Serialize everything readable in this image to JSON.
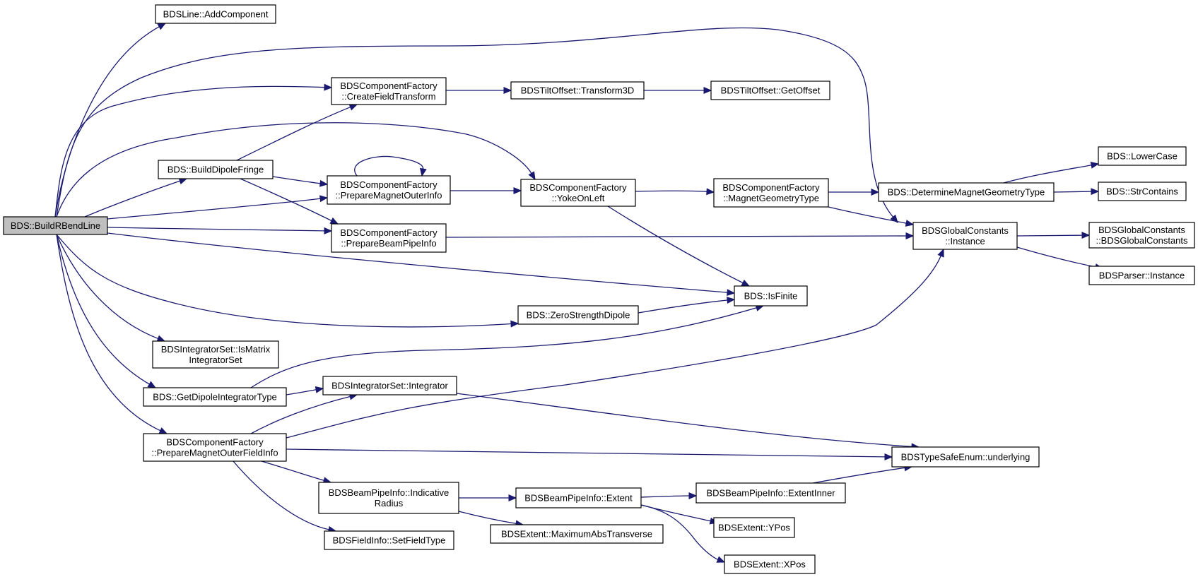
{
  "diagram": {
    "type": "call-graph",
    "colors": {
      "edge": "#191970",
      "node_border": "#000000",
      "root_fill": "#bfbfbf",
      "node_fill": "#ffffff"
    },
    "nodes": [
      {
        "id": "root",
        "lines": [
          "BDS::BuildRBendLine"
        ],
        "root": true
      },
      {
        "id": "addcomponent",
        "lines": [
          "BDSLine::AddComponent"
        ]
      },
      {
        "id": "createfieldtransform",
        "lines": [
          "BDSComponentFactory",
          "::CreateFieldTransform"
        ]
      },
      {
        "id": "transform3d",
        "lines": [
          "BDSTiltOffset::Transform3D"
        ]
      },
      {
        "id": "getoffset",
        "lines": [
          "BDSTiltOffset::GetOffset"
        ]
      },
      {
        "id": "builddipolefringe",
        "lines": [
          "BDS::BuildDipoleFringe"
        ]
      },
      {
        "id": "preparemagnetouterinfo",
        "lines": [
          "BDSComponentFactory",
          "::PrepareMagnetOuterInfo"
        ]
      },
      {
        "id": "yokeonleft",
        "lines": [
          "BDSComponentFactory",
          "::YokeOnLeft"
        ]
      },
      {
        "id": "magnetgeometrytype",
        "lines": [
          "BDSComponentFactory",
          "::MagnetGeometryType"
        ]
      },
      {
        "id": "determinemagnetgeometrytype",
        "lines": [
          "BDS::DetermineMagnetGeometryType"
        ]
      },
      {
        "id": "lowercase",
        "lines": [
          "BDS::LowerCase"
        ]
      },
      {
        "id": "strcontains",
        "lines": [
          "BDS::StrContains"
        ]
      },
      {
        "id": "preparebeampipeinfo",
        "lines": [
          "BDSComponentFactory",
          "::PrepareBeamPipeInfo"
        ]
      },
      {
        "id": "globalinstance",
        "lines": [
          "BDSGlobalConstants",
          "::Instance"
        ]
      },
      {
        "id": "globalctor",
        "lines": [
          "BDSGlobalConstants",
          "::BDSGlobalConstants"
        ]
      },
      {
        "id": "parserinstance",
        "lines": [
          "BDSParser::Instance"
        ]
      },
      {
        "id": "isfinite",
        "lines": [
          "BDS::IsFinite"
        ]
      },
      {
        "id": "zerostrengthdipole",
        "lines": [
          "BDS::ZeroStrengthDipole"
        ]
      },
      {
        "id": "ismatrixintegratorset",
        "lines": [
          "BDSIntegratorSet::IsMatrix",
          "IntegratorSet"
        ]
      },
      {
        "id": "getdipoleintegratortype",
        "lines": [
          "BDS::GetDipoleIntegratorType"
        ]
      },
      {
        "id": "integrator",
        "lines": [
          "BDSIntegratorSet::Integrator"
        ]
      },
      {
        "id": "preparemagnetouterfieldinfo",
        "lines": [
          "BDSComponentFactory",
          "::PrepareMagnetOuterFieldInfo"
        ]
      },
      {
        "id": "underlying",
        "lines": [
          "BDSTypeSafeEnum::underlying"
        ]
      },
      {
        "id": "indicativeradius",
        "lines": [
          "BDSBeamPipeInfo::Indicative",
          "Radius"
        ]
      },
      {
        "id": "extent",
        "lines": [
          "BDSBeamPipeInfo::Extent"
        ]
      },
      {
        "id": "extentinner",
        "lines": [
          "BDSBeamPipeInfo::ExtentInner"
        ]
      },
      {
        "id": "ypos",
        "lines": [
          "BDSExtent::YPos"
        ]
      },
      {
        "id": "xpos",
        "lines": [
          "BDSExtent::XPos"
        ]
      },
      {
        "id": "maxabstransverse",
        "lines": [
          "BDSExtent::MaximumAbsTransverse"
        ]
      },
      {
        "id": "setfieldtype",
        "lines": [
          "BDSFieldInfo::SetFieldType"
        ]
      }
    ],
    "edges": [
      {
        "from": "root",
        "to": "addcomponent"
      },
      {
        "from": "root",
        "to": "createfieldtransform"
      },
      {
        "from": "root",
        "to": "globalinstance"
      },
      {
        "from": "root",
        "to": "yokeonleft"
      },
      {
        "from": "root",
        "to": "builddipolefringe"
      },
      {
        "from": "root",
        "to": "preparemagnetouterinfo"
      },
      {
        "from": "root",
        "to": "preparebeampipeinfo"
      },
      {
        "from": "root",
        "to": "isfinite"
      },
      {
        "from": "root",
        "to": "zerostrengthdipole"
      },
      {
        "from": "root",
        "to": "ismatrixintegratorset"
      },
      {
        "from": "root",
        "to": "getdipoleintegratortype"
      },
      {
        "from": "root",
        "to": "preparemagnetouterfieldinfo"
      },
      {
        "from": "createfieldtransform",
        "to": "transform3d"
      },
      {
        "from": "transform3d",
        "to": "getoffset"
      },
      {
        "from": "builddipolefringe",
        "to": "createfieldtransform"
      },
      {
        "from": "builddipolefringe",
        "to": "preparemagnetouterinfo"
      },
      {
        "from": "builddipolefringe",
        "to": "preparebeampipeinfo"
      },
      {
        "from": "preparemagnetouterinfo",
        "to": "preparemagnetouterinfo"
      },
      {
        "from": "preparemagnetouterinfo",
        "to": "yokeonleft"
      },
      {
        "from": "yokeonleft",
        "to": "magnetgeometrytype"
      },
      {
        "from": "yokeonleft",
        "to": "isfinite"
      },
      {
        "from": "magnetgeometrytype",
        "to": "determinemagnetgeometrytype"
      },
      {
        "from": "magnetgeometrytype",
        "to": "globalinstance"
      },
      {
        "from": "determinemagnetgeometrytype",
        "to": "lowercase"
      },
      {
        "from": "determinemagnetgeometrytype",
        "to": "strcontains"
      },
      {
        "from": "preparebeampipeinfo",
        "to": "globalinstance"
      },
      {
        "from": "globalinstance",
        "to": "globalctor"
      },
      {
        "from": "globalinstance",
        "to": "parserinstance"
      },
      {
        "from": "zerostrengthdipole",
        "to": "isfinite"
      },
      {
        "from": "getdipoleintegratortype",
        "to": "isfinite"
      },
      {
        "from": "getdipoleintegratortype",
        "to": "integrator"
      },
      {
        "from": "integrator",
        "to": "underlying"
      },
      {
        "from": "preparemagnetouterfieldinfo",
        "to": "integrator"
      },
      {
        "from": "preparemagnetouterfieldinfo",
        "to": "globalinstance"
      },
      {
        "from": "preparemagnetouterfieldinfo",
        "to": "underlying"
      },
      {
        "from": "preparemagnetouterfieldinfo",
        "to": "indicativeradius"
      },
      {
        "from": "preparemagnetouterfieldinfo",
        "to": "setfieldtype"
      },
      {
        "from": "indicativeradius",
        "to": "extent"
      },
      {
        "from": "indicativeradius",
        "to": "maxabstransverse"
      },
      {
        "from": "extent",
        "to": "extentinner"
      },
      {
        "from": "extent",
        "to": "ypos"
      },
      {
        "from": "extent",
        "to": "xpos"
      },
      {
        "from": "extentinner",
        "to": "underlying"
      }
    ]
  }
}
